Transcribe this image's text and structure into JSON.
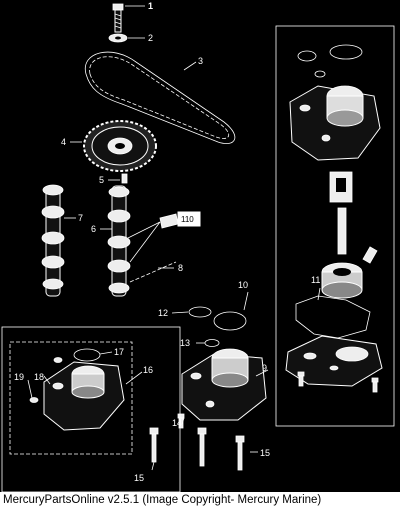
{
  "callouts": {
    "c1": "1",
    "c2": "2",
    "c3": "3",
    "c4": "4",
    "c5": "5",
    "c6": "6",
    "c7": "7",
    "c8": "8",
    "c9": "9",
    "c10": "10",
    "c11": "11",
    "c12": "12",
    "c13": "13",
    "c14": "14",
    "c15a": "15",
    "c15b": "15",
    "c16": "16",
    "c17": "17",
    "c18": "18",
    "c19": "19"
  },
  "tag_text": "110",
  "footer": "MercuryPartsOnline v2.5.1 (Image Copyright- Mercury Marine)"
}
